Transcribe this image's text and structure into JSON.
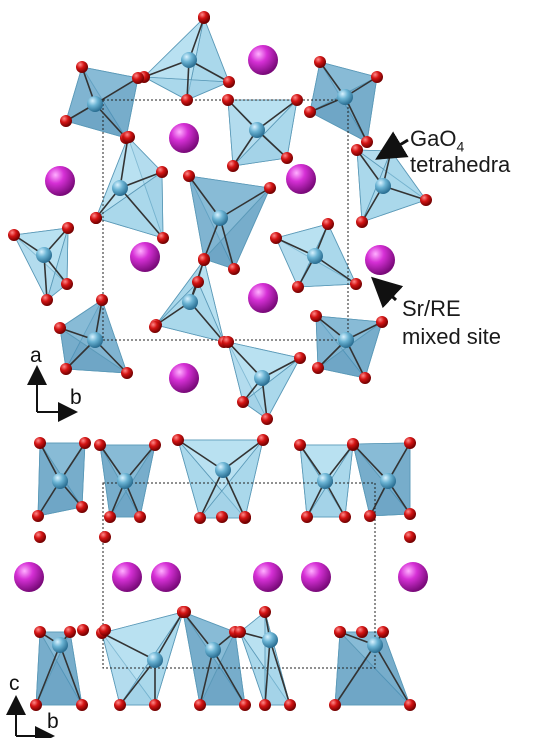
{
  "labels": {
    "gao4_main": "GaO",
    "gao4_sub": "4",
    "tetrahedra": "tetrahedra",
    "sr_re": "Sr/RE",
    "mixed_site": "mixed site"
  },
  "top_axes": {
    "vertical": "a",
    "horizontal": "b"
  },
  "bottom_axes": {
    "vertical": "c",
    "horizontal": "b"
  },
  "colors": {
    "oxygen": "#cc1111",
    "sr_re": "#cc22cc",
    "ga": "#5aa8c8",
    "tetra_face_light": "#a8d8ec",
    "tetra_face_dark": "#4a90b8",
    "cell_line": "#222222"
  }
}
